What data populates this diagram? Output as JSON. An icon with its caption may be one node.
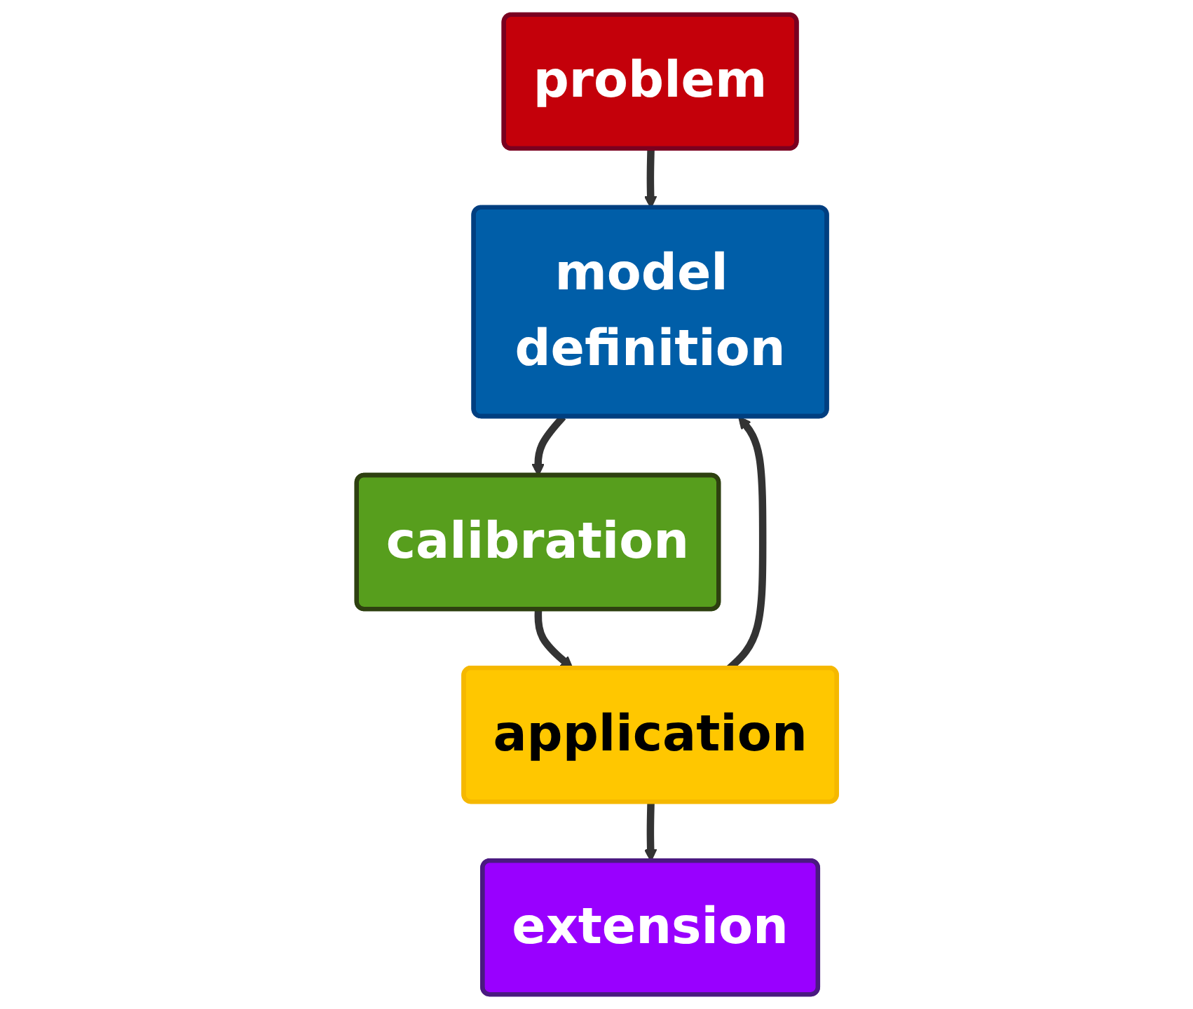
{
  "diagram": {
    "nodes": [
      {
        "text": [
          "problem"
        ]
      },
      {
        "text": [
          "model definition"
        ]
      },
      {
        "text": [
          "calibration"
        ]
      },
      {
        "text": [
          "application"
        ]
      },
      {
        "text": [
          "extension"
        ]
      }
    ],
    "edges": [
      {
        "from": 0,
        "to": 1,
        "arrow": "to"
      },
      {
        "from": 1,
        "to": 2,
        "arrow": "to"
      },
      {
        "from": 2,
        "to": 3,
        "arrow": "to"
      },
      {
        "from": 3,
        "to": 4,
        "arrow": "to"
      },
      {
        "from": 3,
        "to": 1,
        "arrow": "to"
      }
    ]
  }
}
